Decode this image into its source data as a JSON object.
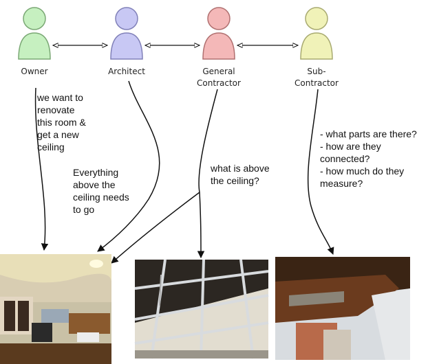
{
  "diagram": {
    "actors": [
      {
        "id": "owner",
        "name": "Owner",
        "color": "#c6f0c0"
      },
      {
        "id": "architect",
        "name": "Architect",
        "color": "#c8c8f4"
      },
      {
        "id": "gc",
        "name": "General\nContractor",
        "color": "#f4b8b8"
      },
      {
        "id": "sub",
        "name": "Sub-\nContractor",
        "color": "#f0f2b8"
      }
    ],
    "notes": {
      "owner": "we want to\nrenovate\nthis room &\nget a new\nceiling",
      "architect": "Everything\nabove the\nceiling needs\nto go",
      "gc": "what is above\nthe ceiling?",
      "sub": "- what parts are there?\n- how are they\nconnected?\n- how much do they\nmeasure?"
    },
    "photos": [
      {
        "id": "room",
        "description": "kitchen room with old ceiling"
      },
      {
        "id": "ceiling-grid",
        "description": "suspended ceiling grid"
      },
      {
        "id": "beam",
        "description": "damaged wooden beam"
      }
    ]
  }
}
